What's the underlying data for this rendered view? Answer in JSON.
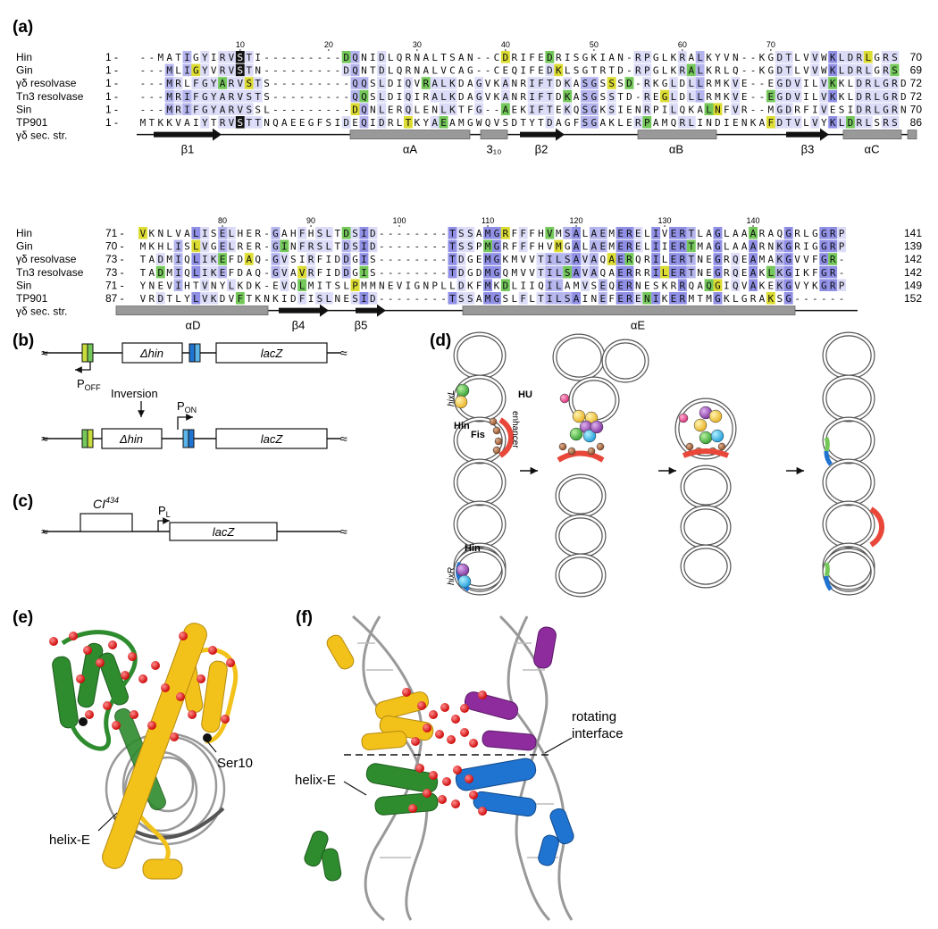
{
  "panels": {
    "a": "(a)",
    "b": "(b)",
    "c": "(c)",
    "d": "(d)",
    "e": "(e)",
    "f": "(f)"
  },
  "alignment": {
    "block1": {
      "ruler": [
        {
          "label": "10",
          "pos": 10
        },
        {
          "label": "20",
          "pos": 20
        },
        {
          "label": "30",
          "pos": 30
        },
        {
          "label": "40",
          "pos": 40
        },
        {
          "label": "50",
          "pos": 50
        },
        {
          "label": "60",
          "pos": 60
        },
        {
          "label": "70",
          "pos": 70
        }
      ],
      "rows": [
        {
          "name": "Hin",
          "start": "1",
          "seq": "--MATIGYIRVSTI---------DQNIDLQRNALTSAN--CDRIFEDRISGKIAN-RPGLKRALKYVN--KGDTLVVWKLDRLGRS",
          "end": "70"
        },
        {
          "name": "Gin",
          "start": "1",
          "seq": "---MLIGYVRVSTN---------DQNTDLQRNALVCAG--CEQIFEDKLSGTRTD-RPGLKRALKRLQ--KGDTLVVWKLDRLGRS",
          "end": "69"
        },
        {
          "name": "γδ resolvase",
          "start": "1",
          "seq": "---MRLFGYARVSTS---------QQSLDIQVRALKDAGVKANRIFTDKASGSSSD-RKGLDLLRMKVE--EGDVILVKKLDRLGRD",
          "end": "72"
        },
        {
          "name": "Tn3 resolvase",
          "start": "1",
          "seq": "---MRIFGYARVSTS---------QQSLDIQIRALKDAGVKANRIFTDKASGSSTD-REGLDLLRMKVE--EGDVILVKKLDRLGRD",
          "end": "72"
        },
        {
          "name": "Sin",
          "start": "1",
          "seq": "---MRIFGYARVSSL---------DQNLERQLENLKTFG--AEKIFTEKQSGKSIENRPILQKALNFVR--MGDRFIVESIDRLGRN",
          "end": "70"
        },
        {
          "name": "TP901",
          "start": "1",
          "seq": "MTKKVAIYTRVSTTNQAEEGFSIDEQIDRLTKYAEAMGWQVSDTYTDAGFSGAKLERPAMQRLINDIENKAFDTVLVYKLDRLSRS",
          "end": "86"
        }
      ],
      "secondary": {
        "label": "γδ sec. str.",
        "elements": [
          "β1",
          "αA",
          "3₁₀",
          "β2",
          "αB",
          "β3",
          "αC"
        ]
      }
    },
    "block2": {
      "ruler": [
        {
          "label": "80",
          "pos": 80
        },
        {
          "label": "90",
          "pos": 90
        },
        {
          "label": "100",
          "pos": 100
        },
        {
          "label": "110",
          "pos": 110
        },
        {
          "label": "120",
          "pos": 120
        },
        {
          "label": "130",
          "pos": 130
        },
        {
          "label": "140",
          "pos": 140
        }
      ],
      "rows": [
        {
          "name": "Hin",
          "start": "71",
          "seq": "VKNLVALISELHER-GAHFHSLTDSID--------TSSAMGRFFFHVMSALAEMERELIVERTLAGLAAARAQGRLGGRP",
          "end": "141"
        },
        {
          "name": "Gin",
          "start": "70",
          "seq": "MKHLISLVGELRER-GINFRSLTDSID--------TSSPMGRFFFHVMGALAEMERELIIERTMAGLAAARNKGRIGGRP",
          "end": "139"
        },
        {
          "name": "γδ resolvase",
          "start": "73",
          "seq": "TADMIQLIKEFDAQ-GVSIRFIDDGIS--------TDGEMGKMVVTILSAVAQAERQRILERTNEGRQEAMAKGVVFGR-",
          "end": "142"
        },
        {
          "name": "Tn3 resolvase",
          "start": "73",
          "seq": "TADMIQLIKEFDAQ-GVAVRFIDDGIS--------TDGDMGQMVVTILSAVAQAERRRILERTNEGRQEAKLKGIKFGR-",
          "end": "142"
        },
        {
          "name": "Sin",
          "start": "71",
          "seq": "YNEVIHTVNYLKDK-EVQLMITSLPMMNEVIGNPLLDKFMKDLIIQILAMVSEQERNESKRRQAQGIQVAKEKGVYKGRP",
          "end": "149"
        },
        {
          "name": "TP901",
          "start": "87",
          "seq": "VRDTLYLVKDVFTKNKIDFISLNESID--------TSSAMGSLFLTILSAINEFERENIKERMTMGKLGRAKSG------",
          "end": "152"
        }
      ],
      "secondary": {
        "label": "γδ sec. str.",
        "elements": [
          "αD",
          "β4",
          "β5",
          "αE"
        ]
      }
    }
  },
  "panel_b": {
    "p_off": "POFF",
    "p_off_sub": "OFF",
    "inversion": "Inversion",
    "p_on": "PON",
    "p_on_sub": "ON",
    "gene1": "Δhin",
    "gene2": "lacZ"
  },
  "panel_c": {
    "repressor": "CI",
    "repressor_sup": "434",
    "promoter": "P",
    "promoter_sub": "L",
    "gene": "lacZ"
  },
  "panel_d": {
    "hixL": "hixL",
    "hixR": "hixR",
    "hin_top": "Hin",
    "hin_bottom": "Hin",
    "fis": "Fis",
    "enhancer": "enhancer",
    "hu": "HU"
  },
  "panel_e": {
    "helix": "helix-E",
    "ser": "Ser10"
  },
  "panel_f": {
    "helix": "helix-E",
    "rotating": "rotating",
    "interface": "interface"
  },
  "colors": {
    "dark_blue": "#8f8fe6",
    "mid_blue": "#b5b5ee",
    "light_blue": "#dcdcf8",
    "green": "#74c85a",
    "yellow": "#dcdc32",
    "black": "#111111",
    "protein_green": "#2e8b2e",
    "protein_yellow": "#f2c21a",
    "protein_purple": "#8e2c9e",
    "protein_blue": "#1f73d1",
    "enhancer_red": "#e8473a"
  }
}
